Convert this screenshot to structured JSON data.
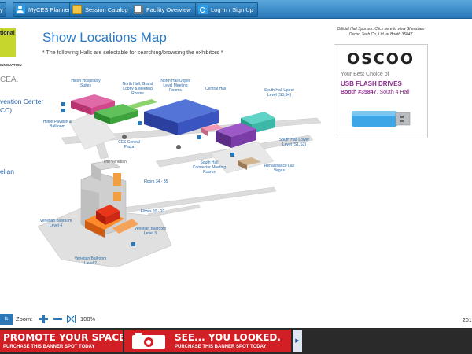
{
  "nav": {
    "items": [
      {
        "label": "y",
        "icon": "none"
      },
      {
        "label": "MyCES Planner",
        "icon": "people-icon"
      },
      {
        "label": "Session Catalog",
        "icon": "folder-icon"
      },
      {
        "label": "Facility Overview",
        "icon": "grid-icon"
      },
      {
        "label": "Log In / Sign Up",
        "icon": "key-icon"
      }
    ]
  },
  "left_strip": {
    "logo_text": "tional",
    "innovation": "INNOVATION",
    "cea": "CEA.",
    "lines": [
      "vention Center",
      "CC)",
      "elian"
    ]
  },
  "header": {
    "title": "Show Locations Map",
    "subtitle": "* The following Halls are selectable for searching/browsing the exhibitors *"
  },
  "map": {
    "labels": {
      "hilton_suites": "Hilton Hospitality Suites",
      "north_hall": "North Hall, Grand Lobby & Meeting Rooms",
      "north_upper": "North Hall Upper Level Meeting Rooms",
      "central_hall": "Central Hall",
      "south_upper": "South Hall Upper Level (S3,S4)",
      "hilton_pavilion": "Hilton Pavilion & Ballroom",
      "ces_plaza": "CES Central Plaza",
      "south_connector": "South Hall Connector Meeting Rooms",
      "south_lower": "South Hall Lower Level (S1,S2)",
      "renaissance": "Renaissance Las Vegas",
      "venetian": "The Venetian",
      "floors_34_35": "Floors 34 - 35",
      "floors_20_21": "Floors 20 - 21",
      "venetian_l4": "Venetian Ballroom Level 4",
      "venetian_l3": "Venetian Ballroom Level 3",
      "venetian_l2": "Venetian Ballroom Level 2"
    }
  },
  "sponsor": {
    "heading": "Official Hall Sponsor. Click here to view Shenzhen Oscoo Tech Co, Ltd. at Booth 35847",
    "brand": "OSCOO",
    "line1": "Your Best Choice of",
    "line2": "USB FLASH DRIVES",
    "line3_prefix": "Booth #35847",
    "line3_suffix": ", South 4 Hall"
  },
  "toolbar": {
    "pager_label": "ts",
    "zoom_label": "Zoom:",
    "zoom_value": "100%",
    "year_fragment": "201"
  },
  "banners": {
    "b1_line1": "PROMOTE YOUR SPACE.",
    "b1_line2": "PURCHASE THIS BANNER SPOT TODAY",
    "b2_line1_a": "SEE... YOU",
    "b2_line1_b": "LOOKED.",
    "b2_line2": "PURCHASE THIS BANNER SPOT TODAY",
    "arrow": "▶"
  },
  "colors": {
    "nav_blue": "#2a78b8",
    "title_blue": "#2a78c4",
    "banner_red": "#d21f25",
    "sponsor_purple": "#8b2b8c"
  }
}
